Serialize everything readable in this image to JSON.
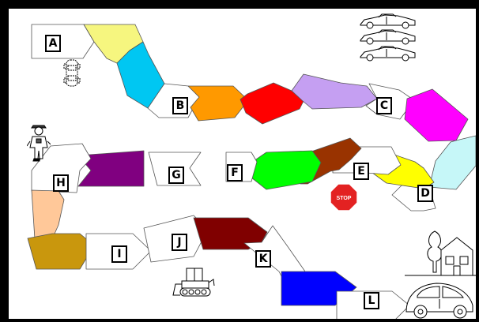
{
  "board": {
    "spaces": [
      {
        "type": "label",
        "text": "A"
      },
      {
        "type": "color",
        "color": "#f6f67f"
      },
      {
        "type": "color",
        "color": "#00c7f2"
      },
      {
        "type": "label",
        "text": "B"
      },
      {
        "type": "color",
        "color": "#ff9900"
      },
      {
        "type": "color",
        "color": "#ff0000"
      },
      {
        "type": "color",
        "color": "#c59ff2"
      },
      {
        "type": "label",
        "text": "C"
      },
      {
        "type": "color",
        "color": "#ff00ff"
      },
      {
        "type": "color",
        "color": "#c6f7f8"
      },
      {
        "type": "label",
        "text": "D"
      },
      {
        "type": "color",
        "color": "#ffff00"
      },
      {
        "type": "label",
        "text": "E"
      },
      {
        "type": "color",
        "color": "#993300"
      },
      {
        "type": "color",
        "color": "#00ff00"
      },
      {
        "type": "label",
        "text": "F"
      },
      {
        "type": "label",
        "text": "G"
      },
      {
        "type": "color",
        "color": "#800080"
      },
      {
        "type": "label",
        "text": "H"
      },
      {
        "type": "color",
        "color": "#ffc899"
      },
      {
        "type": "color",
        "color": "#c9970d"
      },
      {
        "type": "label",
        "text": "I"
      },
      {
        "type": "label",
        "text": "J"
      },
      {
        "type": "color",
        "color": "#800000"
      },
      {
        "type": "label",
        "text": "K"
      },
      {
        "type": "color",
        "color": "#0000ff"
      },
      {
        "type": "label",
        "text": "L"
      }
    ],
    "stop_sign": {
      "text": "STOP",
      "color": "#e32222"
    },
    "pictures": [
      {
        "icon": "stacked-sports-cars-icon"
      },
      {
        "icon": "parked-car-top-view-icon"
      },
      {
        "icon": "police-officer-icon"
      },
      {
        "icon": "bulldozer-icon"
      },
      {
        "icon": "house-and-beetle-car-icon"
      }
    ]
  }
}
